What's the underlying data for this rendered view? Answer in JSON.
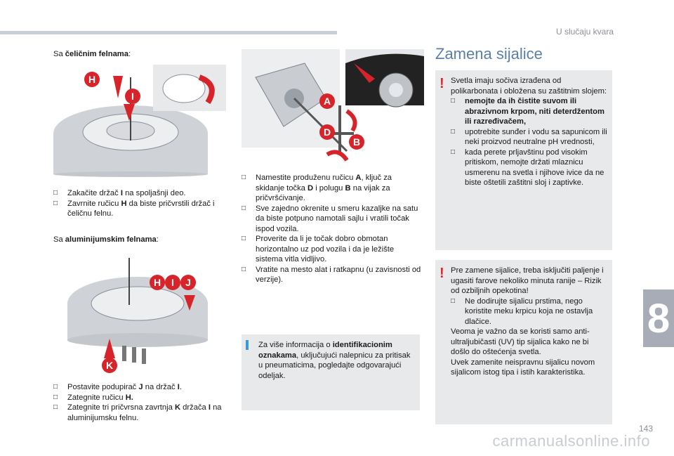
{
  "header": {
    "title": "U slučaju kvara"
  },
  "chapter": {
    "number": "8"
  },
  "page": {
    "number": "143",
    "footer": "carmanualsonline.info"
  },
  "steel": {
    "intro_prefix": "Sa ",
    "intro_bold": "čeličnim felnama",
    "intro_suffix": ":",
    "items": [
      {
        "a": "Zakačite držač ",
        "b": "I",
        "c": " na spoljašnji deo."
      },
      {
        "a": "Zavrnite ručicu ",
        "b": "H",
        "c": " da biste pričvrstili držač i čeličnu felnu."
      }
    ]
  },
  "alu": {
    "intro_prefix": "Sa ",
    "intro_bold": "aluminijumskim felnama",
    "intro_suffix": ":",
    "items": [
      {
        "a": "Postavite podupirač ",
        "b": "J",
        "c": " na držač ",
        "d": "I",
        "e": "."
      },
      {
        "a": "Zategnite ručicu ",
        "b": "H.",
        "c": ""
      },
      {
        "a": "Zategnite tri pričvrsna zavrtnja ",
        "b": "K",
        "c": " držača ",
        "d": "I",
        "e": " na aluminijumsku felnu."
      }
    ]
  },
  "middle": {
    "items": [
      {
        "a": "Namestite produženu ručicu ",
        "b": "A",
        "c": ", ključ za skidanje točka ",
        "d": "D",
        "e": " i polugu ",
        "f": "B",
        "g": " na vijak za pričvršćivanje."
      },
      {
        "a": "Sve zajedno okrenite u smeru kazaljke na satu da biste potpuno namotali sajlu i vratili točak ispod vozila."
      },
      {
        "a": "Proverite da li je točak dobro obmotan horizontalno uz pod vozila i da je ležište sistema vitla vidljivo."
      },
      {
        "a": "Vratite na mesto alat i ratkapnu (u zavisnosti od verzije)."
      }
    ],
    "note": {
      "a": "Za više informacija o ",
      "b": "identifikacionim oznakama",
      "c": ", uključujući nalepnicu za pritisak u pneumaticima, pogledajte odgovarajući odeljak."
    }
  },
  "labels": {
    "H": "H",
    "I": "I",
    "J": "J",
    "K": "K",
    "A": "A",
    "D": "D",
    "B": "B"
  },
  "right": {
    "title": "Zamena sijalice",
    "warn1": {
      "intro": "Svetla imaju sočiva izrađena od polikarbonata i obložena su zaštitnim slojem:",
      "items": [
        {
          "text": "nemojte da ih čistite suvom ili abrazivnom krpom, niti deterdžentom ili razređivačem,",
          "bold": true
        },
        {
          "text": "upotrebite sunđer i vodu sa sapunicom ili neki proizvod neutralne pH vrednosti,",
          "bold": false
        },
        {
          "text": "kada perete prljavštinu pod visokim pritiskom, nemojte držati mlaznicu usmerenu na svetla i njihove ivice da ne biste oštetili zaštitni sloj i zaptivke.",
          "bold": false
        }
      ]
    },
    "warn2": {
      "intro": "Pre zamene sijalice, treba isključiti paljenje i ugasiti farove nekoliko minuta ranije – Rizik od ozbiljnih opekotina!",
      "item": "Ne dodirujte sijalicu prstima, nego koristite meku krpicu koja ne ostavlja dlačice.",
      "p1": "Veoma je važno da se koristi samo anti-ultraljubičasti (UV) tip sijalica kako ne bi došlo do oštećenja svetla.",
      "p2": "Uvek zamenite neispravnu sijalicu novom sijalicom istog tipa i istih karakteristika."
    }
  },
  "colors": {
    "accent_red": "#d6242a",
    "title_blue": "#5b7fa7",
    "panel_gray": "#e8e9eb"
  }
}
